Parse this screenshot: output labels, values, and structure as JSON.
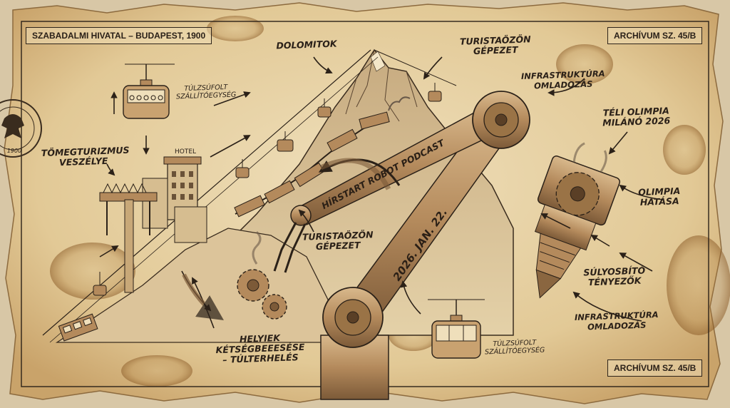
{
  "header": {
    "left_box": "SZABADALMI HIVATAL – BUDAPEST, 1900",
    "right_box": "ARCHÍVUM SZ. 45/B",
    "bottom_box": "ARCHÍVUM SZ. 45/B"
  },
  "seal": {
    "year": "1900"
  },
  "arm": {
    "podcast": "HÍRSTART ROBOT PODCAST",
    "date": "2026. JAN. 22."
  },
  "building": {
    "sign": "HOTEL"
  },
  "labels": {
    "dolomitok": "DOLOMITOK",
    "turista_top": "TURISTAÖZÖN\nGÉPEZET",
    "infra_top": "INFRASTRUKTÚRA\nOMLADOZÁS",
    "teli_olimpia": "TÉLI OLIMPIA\nMILÁNÓ 2026",
    "tulzsufolt_top": "TÚLZSÚFOLT\nSZÁLLÍTÓEGYSÉG",
    "tomegturizmus": "TÖMEGTURIZMUS\nVESZÉLYE",
    "olimpia_hatasa": "OLIMPIA\nHATÁSA",
    "turista_mid": "TURISTAÖZÖN\nGÉPEZET",
    "sulyosbito": "SÚLYOSBÍTÓ\nTÉNYEZŐK",
    "infra_bottom": "INFRASTRUKTÚRA\nOMLADOZÁS",
    "helyiek": "HELYIEK\nKÉTSÉGBEEESÉSE\n– TÚLTERHELÉS",
    "tulzsufolt_bottom": "TÚLZSÚFOLT\nSZÁLLÍTÓEGYSÉG"
  },
  "colors": {
    "paper": "#e6d2a8",
    "ink": "#2b2118",
    "stain": "#a87a3e",
    "metal": "#b48a5c"
  }
}
